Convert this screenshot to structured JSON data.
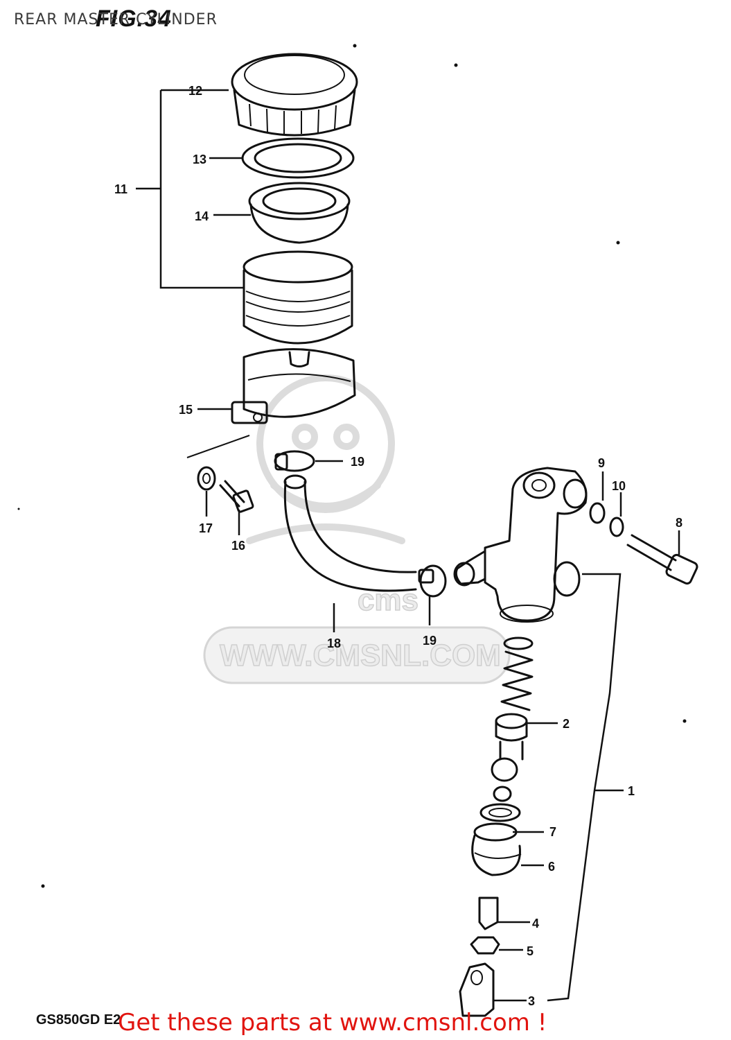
{
  "header": {
    "title": "REAR MASTER CYLINDER",
    "fig_label": "FIG.34"
  },
  "diagram": {
    "model_code": "GS850GD E2",
    "watermark_text": "WWW.CMSNL.COM",
    "watermark_logo_text": "cms",
    "callouts": {
      "p1": "1",
      "p2": "2",
      "p3": "3",
      "p4": "4",
      "p5": "5",
      "p6": "6",
      "p7": "7",
      "p8": "8",
      "p9": "9",
      "p10": "10",
      "p11": "11",
      "p12": "12",
      "p13": "13",
      "p14": "14",
      "p15": "15",
      "p16": "16",
      "p17": "17",
      "p18": "18",
      "p19a": "19",
      "p19b": "19"
    }
  },
  "footer": {
    "link_text": "Get these parts at www.cmsnl.com !"
  },
  "colors": {
    "ink": "#111111",
    "footer_link": "#e1140f",
    "header_text": "#3a3a3a",
    "watermark": "#d8d8d8"
  }
}
